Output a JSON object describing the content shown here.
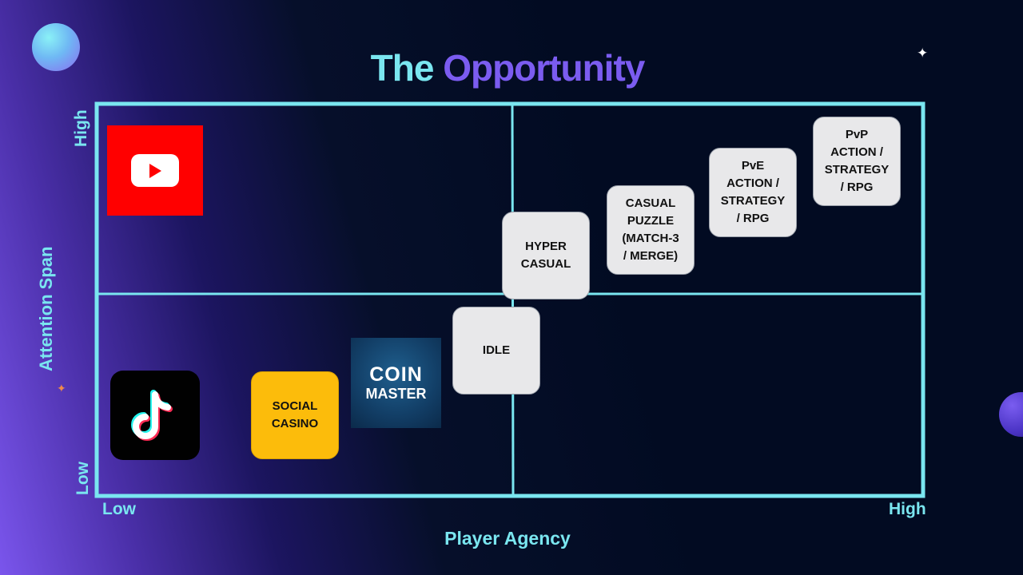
{
  "title": {
    "part1": "The",
    "part2": "Opportunity"
  },
  "axes": {
    "x_title": "Player Agency",
    "x_low": "Low",
    "x_high": "High",
    "y_title": "Attention Span",
    "y_low": "Low",
    "y_high": "High"
  },
  "colors": {
    "accent_cyan": "#7ae6f0",
    "accent_purple": "#7b5cf0",
    "grid_line": "#7ae6f0"
  },
  "logos": {
    "youtube": "youtube-logo",
    "tiktok": "tiktok-logo",
    "coin_master": {
      "line1": "COIN",
      "line2": "MASTER"
    }
  },
  "boxes": {
    "social_casino": [
      "SOCIAL",
      "CASINO"
    ],
    "idle": [
      "IDLE"
    ],
    "hyper_casual": [
      "HYPER",
      "CASUAL"
    ],
    "casual_puzzle": [
      "CASUAL",
      "PUZZLE",
      "(MATCH-3",
      "/ MERGE)"
    ],
    "pve": [
      "PvE",
      "ACTION /",
      "STRATEGY",
      "/ RPG"
    ],
    "pvp": [
      "PvP",
      "ACTION /",
      "STRATEGY",
      "/ RPG"
    ]
  }
}
